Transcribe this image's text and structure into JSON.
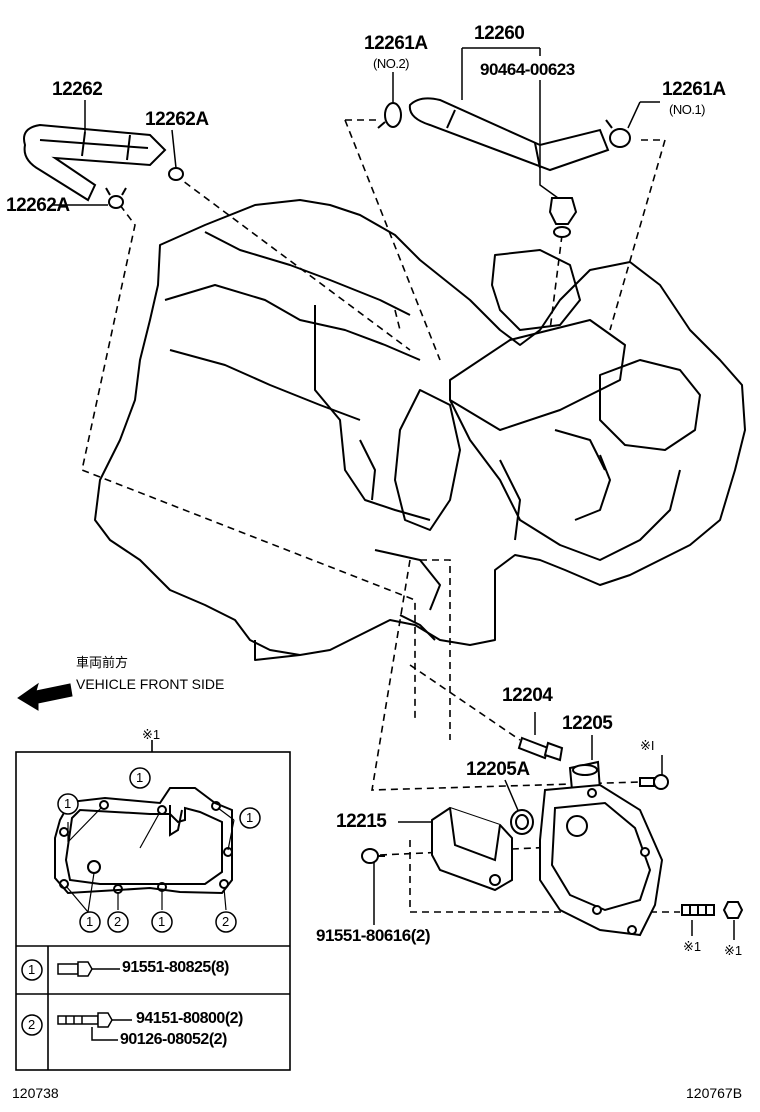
{
  "callouts": {
    "hose_main": "12262",
    "hose_clip_right": "12262A",
    "hose_clip_left": "12262A",
    "vent_hose": "12260",
    "clip_no2": "12261A",
    "clip_no2_sub": "(NO.2)",
    "clip_no1": "12261A",
    "clip_no1_sub": "(NO.1)",
    "clamp": "90464-00623",
    "pcv_valve": "12204",
    "grommet": "12205",
    "gasket": "12205A",
    "oil_separator": "12215",
    "bolt_main": "91551-80616(2)"
  },
  "vehicle_front": {
    "jp_text": "車両前方",
    "en_text": "VEHICLE FRONT SIDE"
  },
  "marks": {
    "star": "※1",
    "star_top_right": "※I",
    "star_bottom_1": "※1",
    "star_bottom_2": "※1"
  },
  "inset": {
    "title": "※1",
    "bubble_1": "1",
    "bubble_2": "2",
    "legend": [
      {
        "ref": "1",
        "parts": [
          "91551-80825(8)"
        ]
      },
      {
        "ref": "2",
        "parts": [
          "94151-80800(2)",
          "90126-08052(2)"
        ]
      }
    ]
  },
  "footer": {
    "left_code": "120738",
    "right_code": "120767B"
  },
  "icons": {
    "front_arrow": "arrow-left-icon"
  }
}
